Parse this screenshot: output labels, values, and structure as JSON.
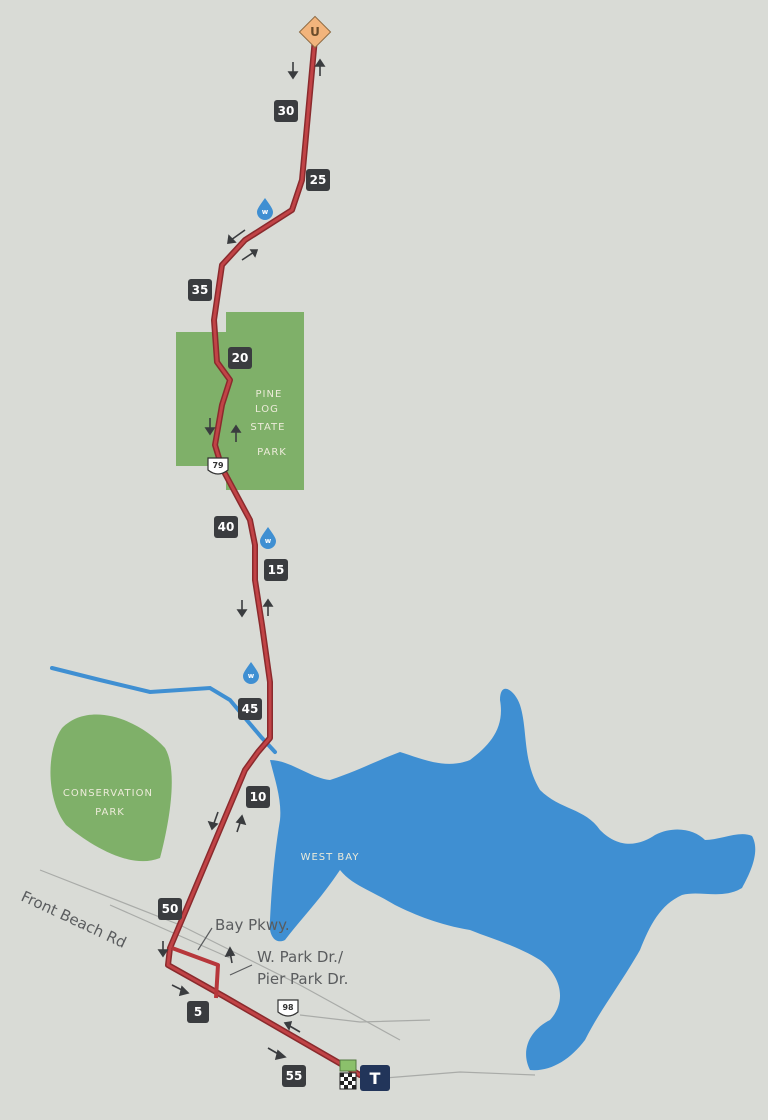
{
  "map": {
    "colors": {
      "background": "#d9dbd6",
      "water": "#3f8fd2",
      "park": "#7fb069",
      "route": "#b7373b",
      "marker": "#3a3c3f"
    },
    "parks": [
      {
        "name_line1": "PINE",
        "name_line2": "LOG",
        "name_line3": "STATE",
        "name_line4": "PARK"
      },
      {
        "name_line1": "CONSERVATION",
        "name_line2": "PARK"
      }
    ],
    "water_label": "WEST BAY",
    "streets": {
      "front_beach": "Front Beach Rd",
      "bay_pkwy": "Bay Pkwy.",
      "w_park_line1": "W. Park Dr./",
      "w_park_line2": "Pier Park Dr."
    },
    "highway_shields": [
      "79",
      "98"
    ],
    "turnaround": "U",
    "transit": "T",
    "mile_markers": [
      "5",
      "10",
      "15",
      "20",
      "25",
      "30",
      "35",
      "40",
      "45",
      "50",
      "55"
    ],
    "icons": [
      "water-station-icon",
      "turnaround-icon",
      "transit-icon",
      "finish-flag-icon",
      "direction-arrow-icon"
    ]
  }
}
